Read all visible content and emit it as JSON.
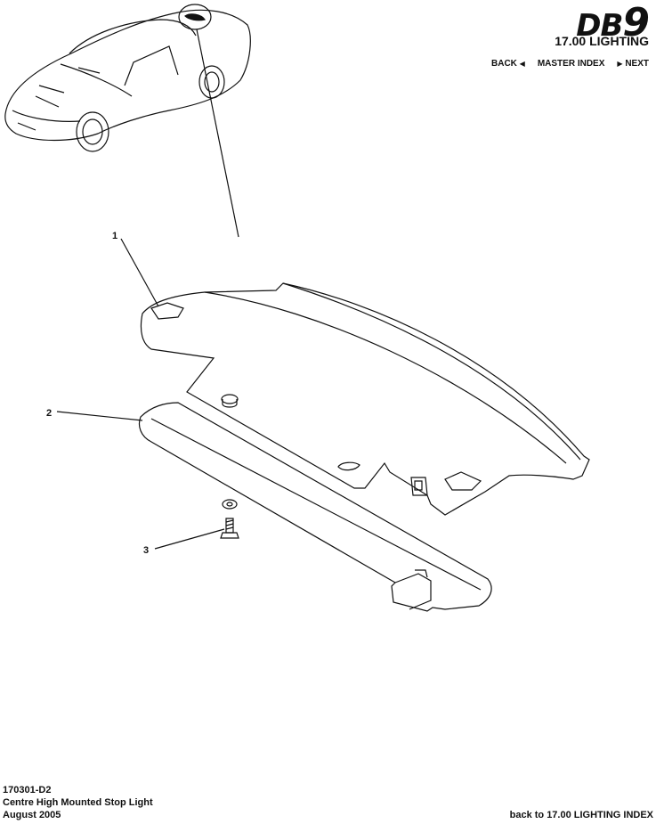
{
  "header": {
    "logo": {
      "text": "DB",
      "num": "9"
    },
    "section": "17.00 LIGHTING",
    "nav": {
      "back": "BACK",
      "master": "MASTER INDEX",
      "next": "NEXT"
    }
  },
  "diagram": {
    "callouts": [
      "1",
      "2",
      "3"
    ]
  },
  "footer": {
    "code": "170301-D2",
    "title": "Centre High Mounted Stop Light",
    "date": "August 2005",
    "back_link": "back to 17.00 LIGHTING INDEX"
  }
}
